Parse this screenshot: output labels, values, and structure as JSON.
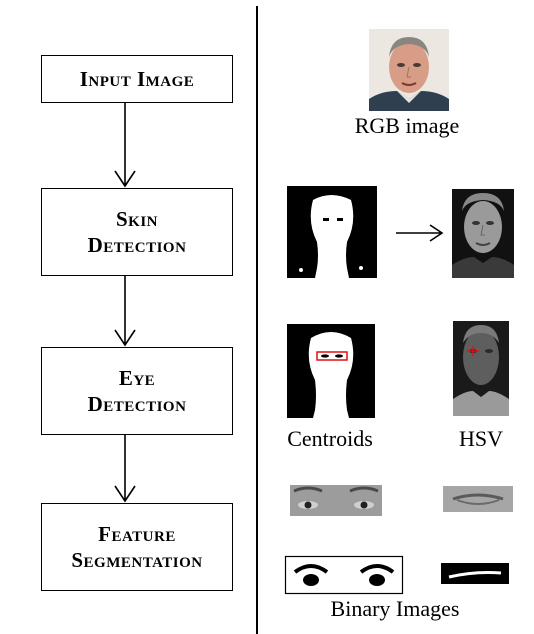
{
  "flow_steps": [
    {
      "label": "Input Image"
    },
    {
      "label": "Skin\nDetection"
    },
    {
      "label": "Eye\nDetection"
    },
    {
      "label": "Feature\nSegmentation"
    }
  ],
  "captions": {
    "rgb": "RGB image",
    "centroids": "Centroids",
    "hsv": "HSV",
    "binary": "Binary Images"
  }
}
